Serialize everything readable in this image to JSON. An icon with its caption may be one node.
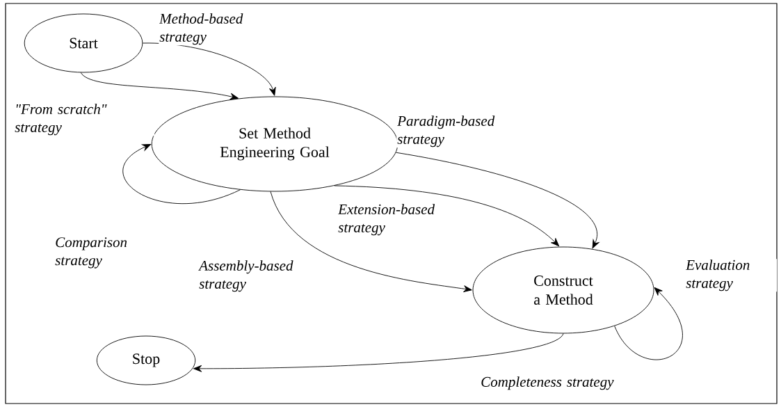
{
  "diagram": {
    "nodes": [
      {
        "text": [
          "Start"
        ]
      },
      {
        "text": [
          "Set Method Engineering Goal"
        ]
      },
      {
        "text": [
          "Construct a Method"
        ]
      },
      {
        "text": [
          "Stop"
        ]
      }
    ],
    "edges": [
      {
        "from": 0,
        "to": 1,
        "arrow": "to",
        "label": "Method-based strategy"
      },
      {
        "from": 0,
        "to": 1,
        "arrow": "to",
        "label": "\"From scratch\" strategy"
      },
      {
        "from": 1,
        "to": 1,
        "arrow": "to",
        "label": "Comparison strategy"
      },
      {
        "from": 1,
        "to": 2,
        "arrow": "to",
        "label": "Extension-based strategy"
      },
      {
        "from": 1,
        "to": 2,
        "arrow": "to",
        "label": "Paradigm-based strategy"
      },
      {
        "from": 1,
        "to": 2,
        "arrow": "to",
        "label": "Assembly-based strategy"
      },
      {
        "from": 2,
        "to": 2,
        "arrow": "to",
        "label": "Evaluation strategy"
      },
      {
        "from": 2,
        "to": 3,
        "arrow": "to",
        "label": "Completeness strategy"
      }
    ]
  }
}
